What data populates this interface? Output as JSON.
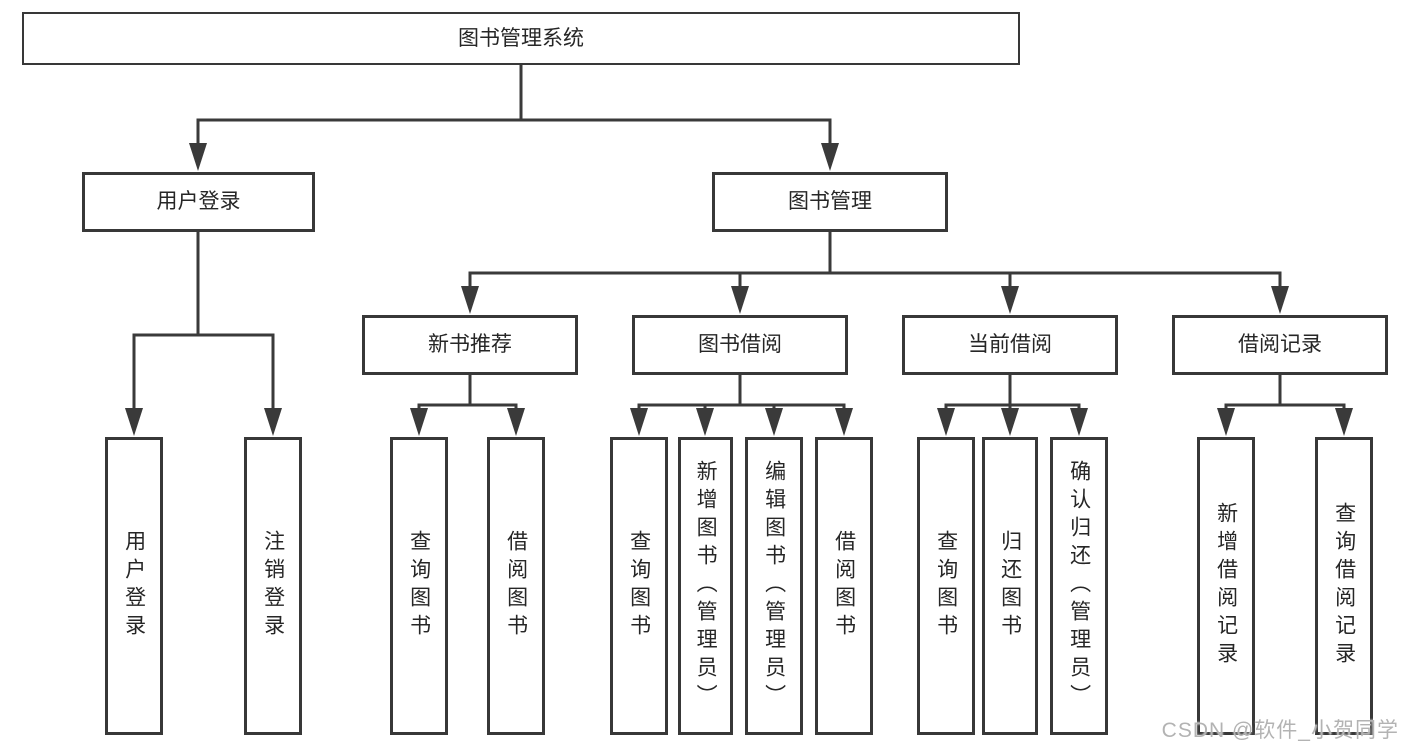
{
  "root": {
    "label": "图书管理系统",
    "children": [
      {
        "label": "用户登录",
        "children": [
          {
            "label": "用户登录"
          },
          {
            "label": "注销登录"
          }
        ]
      },
      {
        "label": "图书管理",
        "children": [
          {
            "label": "新书推荐",
            "children": [
              {
                "label": "查询图书"
              },
              {
                "label": "借阅图书"
              }
            ]
          },
          {
            "label": "图书借阅",
            "children": [
              {
                "label": "查询图书"
              },
              {
                "label": "新增图书（管理员）"
              },
              {
                "label": "编辑图书（管理员）"
              },
              {
                "label": "借阅图书"
              }
            ]
          },
          {
            "label": "当前借阅",
            "children": [
              {
                "label": "查询图书"
              },
              {
                "label": "归还图书"
              },
              {
                "label": "确认归还（管理员）"
              }
            ]
          },
          {
            "label": "借阅记录",
            "children": [
              {
                "label": "新增借阅记录"
              },
              {
                "label": "查询借阅记录"
              }
            ]
          }
        ]
      }
    ]
  },
  "watermark": "CSDN @软件_小贺同学",
  "colors": {
    "line": "#3a3a3a",
    "box_border": "#383838",
    "box_fill": "#ffffff",
    "text": "#262626",
    "watermark": "#b3b3b3",
    "background": "#ffffff"
  }
}
